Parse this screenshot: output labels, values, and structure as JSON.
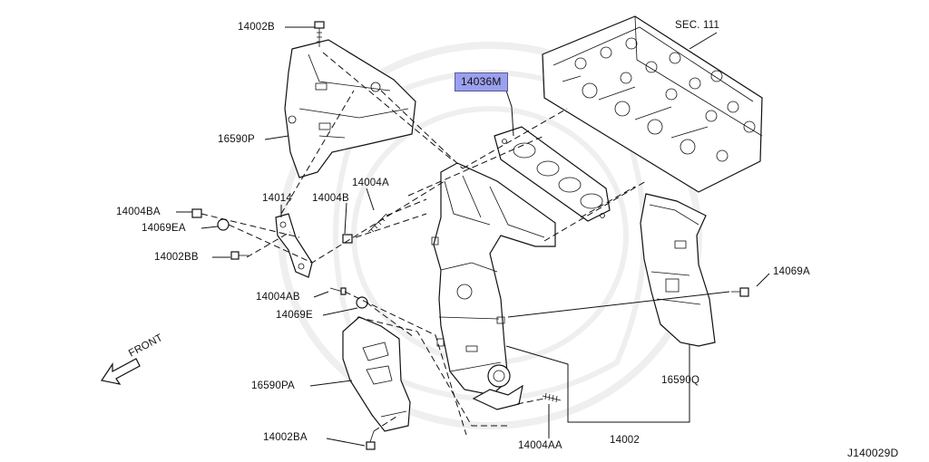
{
  "labels": {
    "sec_ref": "SEC. 111",
    "p14036m": "14036M",
    "p14002b": "14002B",
    "p16590p": "16590P",
    "p14004a": "14004A",
    "p14004b": "14004B",
    "p14014": "14014",
    "p14004ba": "14004BA",
    "p14069ea": "14069EA",
    "p14002bb": "14002BB",
    "p14004ab": "14004AB",
    "p14069e": "14069E",
    "p16590pa": "16590PA",
    "p14002ba": "14002BA",
    "p14004aa": "14004AA",
    "p14002": "14002",
    "p16590q": "16590Q",
    "p14069a": "14069A",
    "front": "FRONT",
    "diagram_id": "J140029D"
  },
  "colors": {
    "line": "#111111",
    "highlight": "#9aa0ee"
  },
  "selected_part": "14036M",
  "icons": {
    "front_arrow": "front-arrow-icon"
  }
}
